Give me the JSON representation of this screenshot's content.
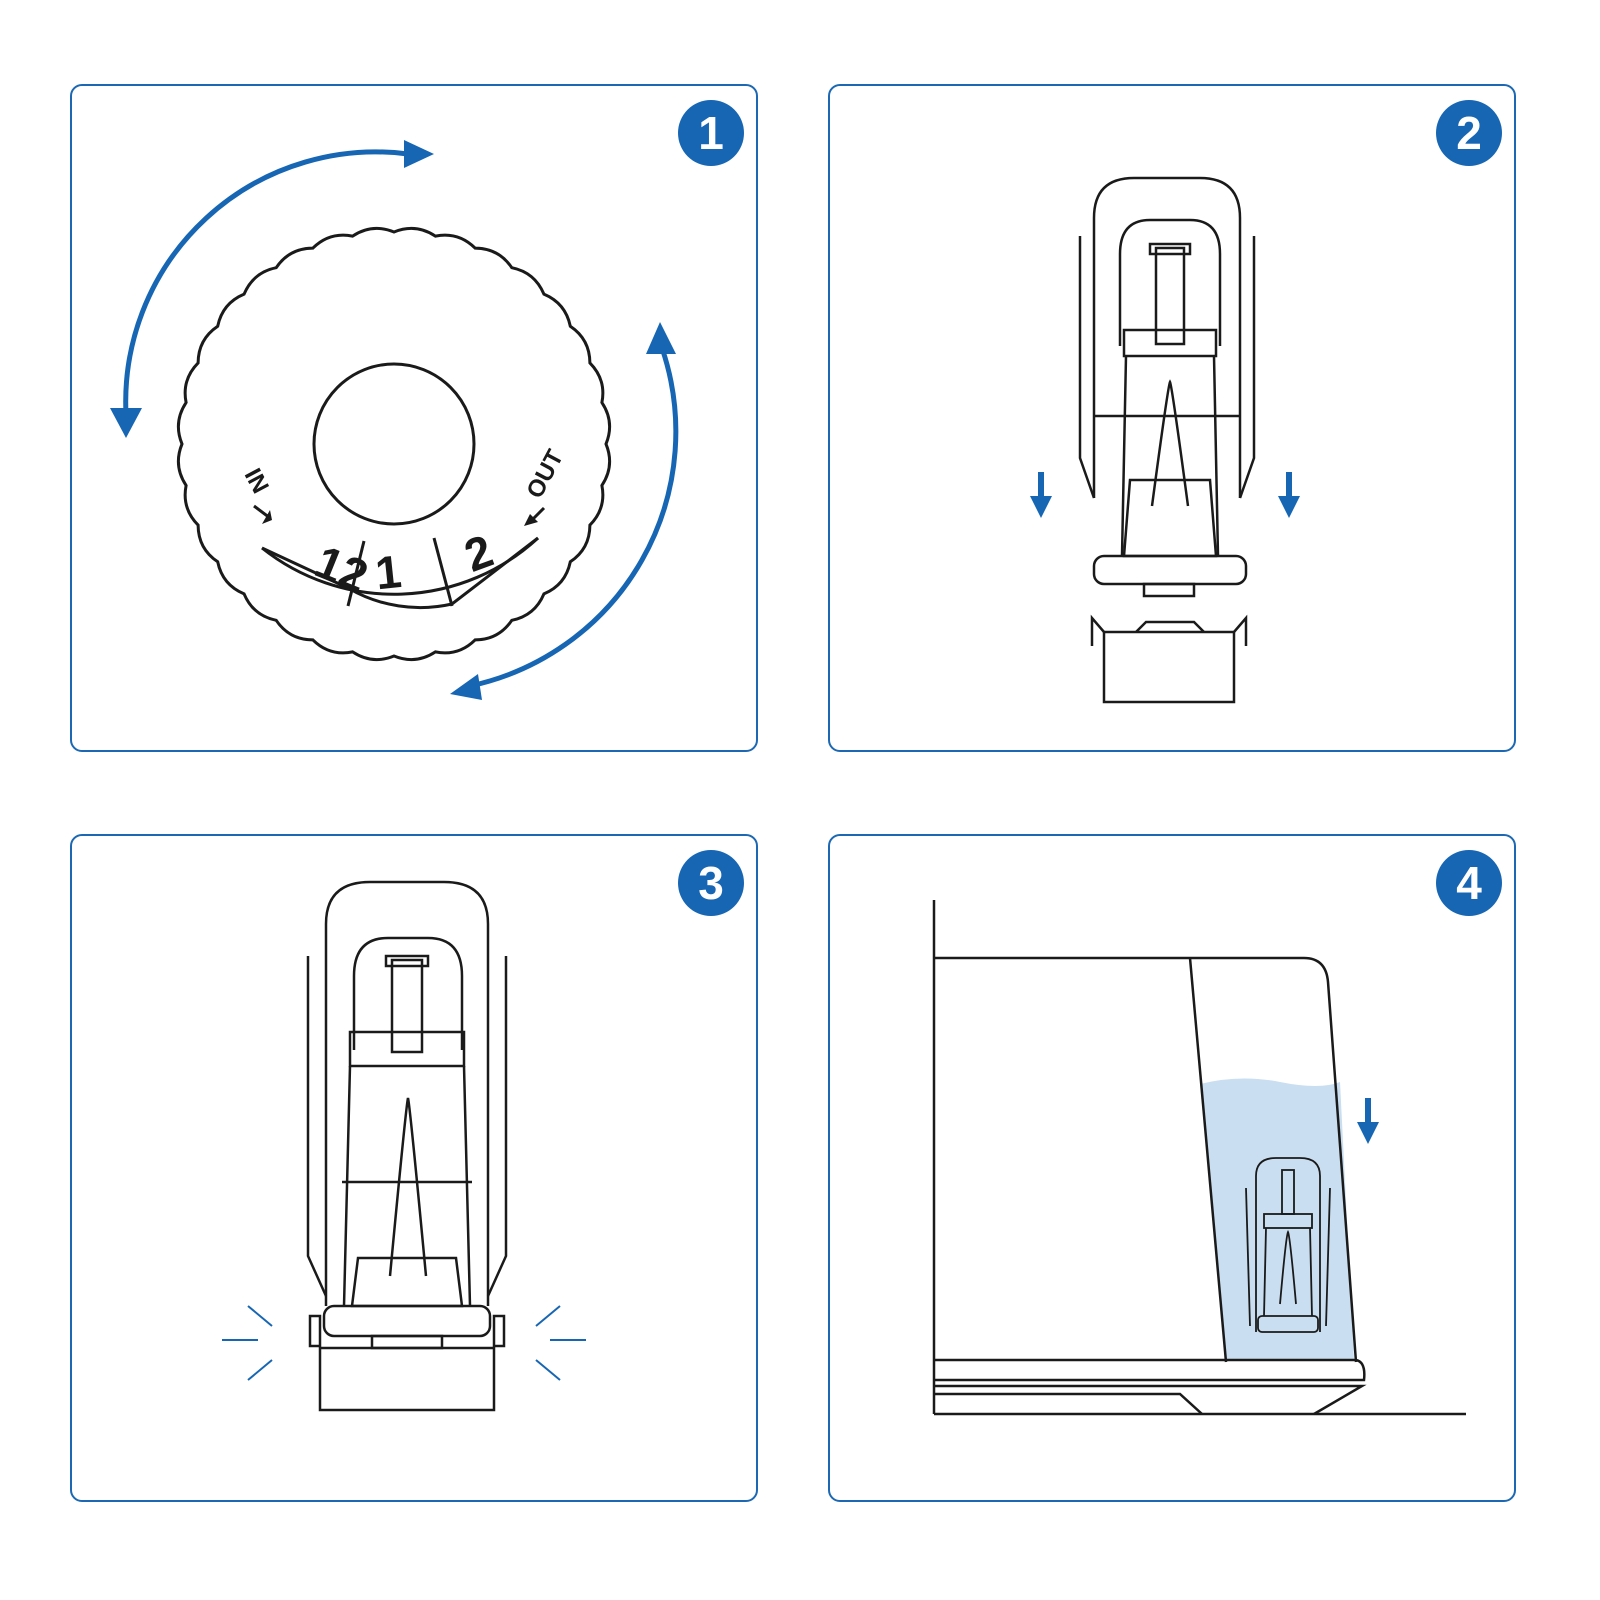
{
  "panels": [
    {
      "step": "1"
    },
    {
      "step": "2"
    },
    {
      "step": "3"
    },
    {
      "step": "4"
    }
  ],
  "dial": {
    "in_label": "IN",
    "out_label": "OUT",
    "segments": [
      "12",
      "1",
      "2"
    ]
  },
  "colors": {
    "accent": "#1766b4",
    "line": "#1a1a1a",
    "water": "#c9def0"
  },
  "icons": [
    "rotate-ccw-arrow-icon",
    "rotate-cw-arrow-icon",
    "down-arrow-icon",
    "click-burst-icon"
  ]
}
